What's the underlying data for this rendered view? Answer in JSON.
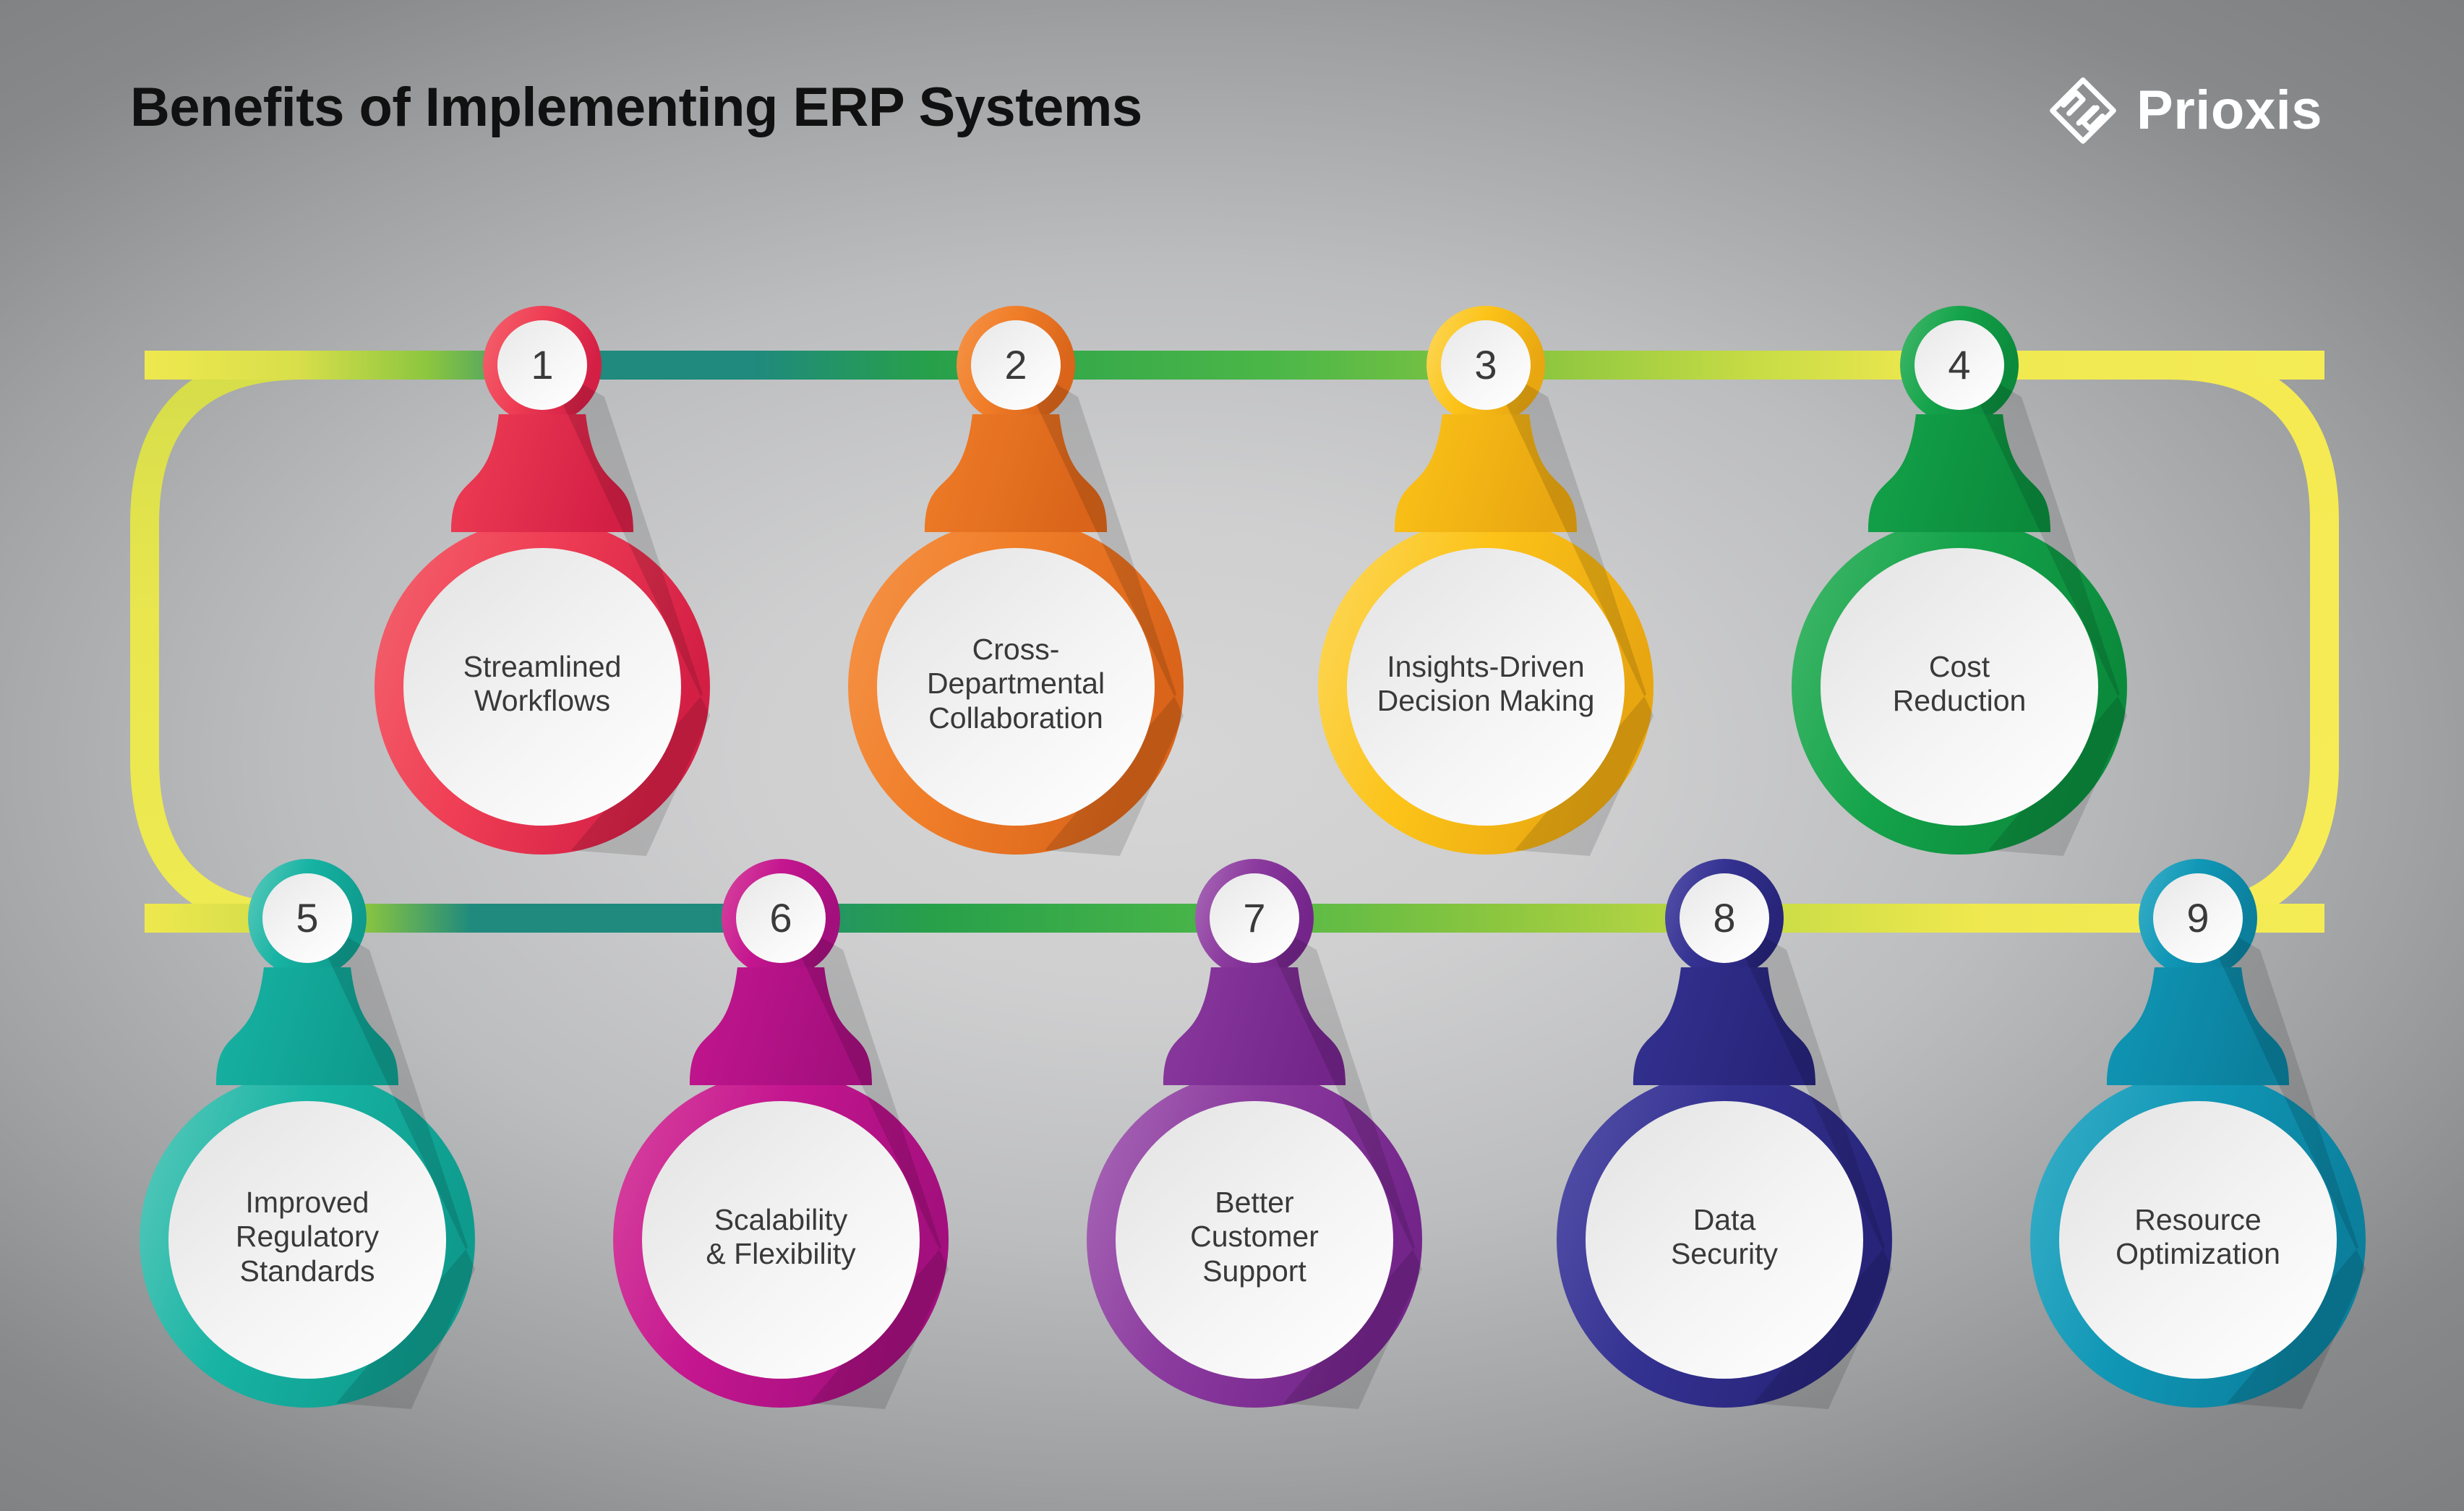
{
  "page": {
    "title": "Benefits of Implementing ERP Systems",
    "background_color": "#c9cacb"
  },
  "brand": {
    "name": "Prioxis",
    "logo_icon": "prioxis-diamond-logo",
    "logo_color": "#ffffff"
  },
  "track": {
    "description": "S-shaped connector ribbon linking all nine nodes",
    "colors": [
      "#1f8a7d",
      "#27a04a",
      "#4eb748",
      "#8cc63f",
      "#c5d945",
      "#efe84f",
      "#f5e84f"
    ]
  },
  "items": [
    {
      "number": "1",
      "label": "Streamlined\nWorkflows",
      "label_lines": [
        "Streamlined",
        "Workflows"
      ],
      "color": "#ef3e55",
      "color_light": "#f4656e",
      "color_dark": "#d41f45",
      "row": "top"
    },
    {
      "number": "2",
      "label": "Cross-\nDepartmental\nCollaboration",
      "label_lines": [
        "Cross-",
        "Departmental",
        "Collaboration"
      ],
      "color": "#f07d28",
      "color_light": "#f5954a",
      "color_dark": "#d9641a",
      "row": "top"
    },
    {
      "number": "3",
      "label": "Insights-Driven\nDecision Making",
      "label_lines": [
        "Insights-Driven",
        "Decision Making"
      ],
      "color": "#fcc318",
      "color_light": "#fdd95e",
      "color_dark": "#e8a611",
      "row": "top"
    },
    {
      "number": "4",
      "label": "Cost\nReduction",
      "label_lines": [
        "Cost",
        "Reduction"
      ],
      "color": "#14a34a",
      "color_light": "#45b96c",
      "color_dark": "#0b8a3c",
      "row": "top"
    },
    {
      "number": "5",
      "label": "Improved\nRegulatory\nStandards",
      "label_lines": [
        "Improved",
        "Regulatory",
        "Standards"
      ],
      "color": "#17b3a3",
      "color_light": "#5ecbbd",
      "color_dark": "#0e9b8d",
      "row": "bottom"
    },
    {
      "number": "6",
      "label": "Scalability\n& Flexibility",
      "label_lines": [
        "Scalability",
        "& Flexibility"
      ],
      "color": "#c4168f",
      "color_light": "#d9479f",
      "color_dark": "#a30f7d",
      "row": "bottom"
    },
    {
      "number": "7",
      "label": "Better\nCustomer\nSupport",
      "label_lines": [
        "Better",
        "Customer",
        "Support"
      ],
      "color": "#8b3a9e",
      "color_light": "#aa6bb8",
      "color_dark": "#73258a",
      "row": "bottom"
    },
    {
      "number": "8",
      "label": "Data\nSecurity",
      "label_lines": [
        "Data",
        "Security"
      ],
      "color": "#343291",
      "color_light": "#5753ab",
      "color_dark": "#272479",
      "row": "bottom"
    },
    {
      "number": "9",
      "label": "Resource\nOptimization",
      "label_lines": [
        "Resource",
        "Optimization"
      ],
      "color": "#1097b6",
      "color_light": "#3bb0c9",
      "color_dark": "#0b7f9c",
      "row": "bottom"
    }
  ]
}
